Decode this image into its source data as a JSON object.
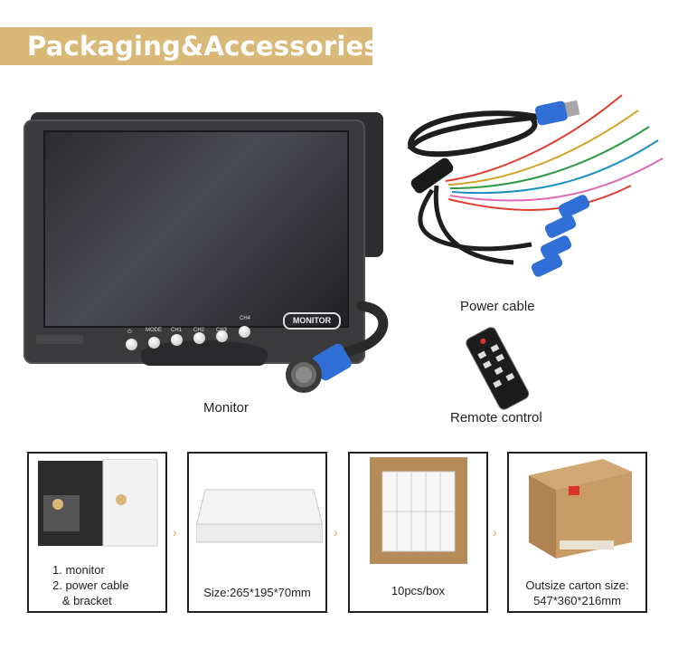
{
  "banner": {
    "title": "Packaging&Accessories"
  },
  "products": {
    "monitor_caption": "Monitor",
    "power_cable_caption": "Power cable",
    "remote_caption": "Remote control"
  },
  "monitor_device": {
    "buttons": [
      "⏻",
      "MODE",
      "CH1",
      "CH2",
      "CH3",
      "CH4"
    ],
    "brand_label": "MONITOR"
  },
  "steps": [
    {
      "lines": [
        "1. monitor",
        "2. power cable",
        "   & bracket"
      ]
    },
    {
      "lines": [
        "Size:265*195*70mm"
      ]
    },
    {
      "lines": [
        "10pcs/box"
      ]
    },
    {
      "lines": [
        "Outsize carton size:",
        "547*360*216mm"
      ]
    }
  ],
  "arrow_glyph": "›",
  "colors": {
    "banner": "#d8b978",
    "arrow": "#d8a24a",
    "connector_blue": "#2f6fd6"
  }
}
